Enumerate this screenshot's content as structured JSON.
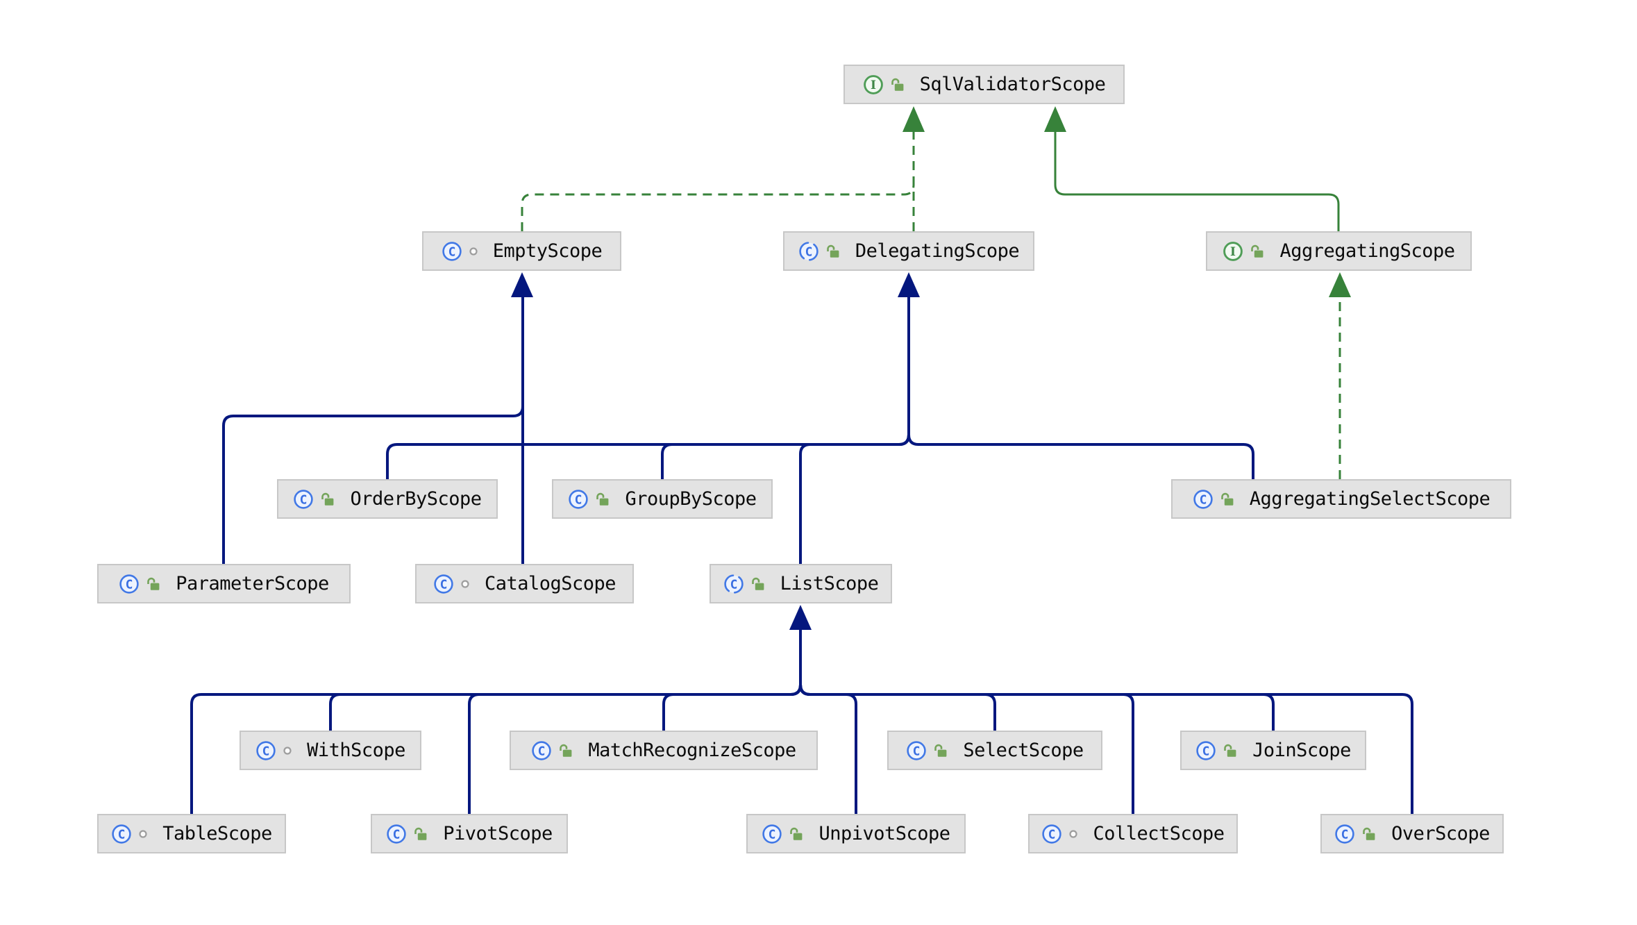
{
  "diagram_type": "uml-class-hierarchy",
  "nodes": [
    {
      "id": "sql-validator-scope",
      "label": "SqlValidatorScope",
      "kind": "interface",
      "visibility": "public"
    },
    {
      "id": "empty-scope",
      "label": "EmptyScope",
      "kind": "class",
      "visibility": "package-private"
    },
    {
      "id": "delegating-scope",
      "label": "DelegatingScope",
      "kind": "abstract-class",
      "visibility": "public"
    },
    {
      "id": "aggregating-scope",
      "label": "AggregatingScope",
      "kind": "interface",
      "visibility": "public"
    },
    {
      "id": "order-by-scope",
      "label": "OrderByScope",
      "kind": "class",
      "visibility": "public"
    },
    {
      "id": "group-by-scope",
      "label": "GroupByScope",
      "kind": "class",
      "visibility": "public"
    },
    {
      "id": "aggregating-select-scope",
      "label": "AggregatingSelectScope",
      "kind": "class",
      "visibility": "public"
    },
    {
      "id": "parameter-scope",
      "label": "ParameterScope",
      "kind": "class",
      "visibility": "public"
    },
    {
      "id": "catalog-scope",
      "label": "CatalogScope",
      "kind": "class",
      "visibility": "package-private"
    },
    {
      "id": "list-scope",
      "label": "ListScope",
      "kind": "abstract-class",
      "visibility": "public"
    },
    {
      "id": "with-scope",
      "label": "WithScope",
      "kind": "class",
      "visibility": "package-private"
    },
    {
      "id": "match-recognize-scope",
      "label": "MatchRecognizeScope",
      "kind": "class",
      "visibility": "public"
    },
    {
      "id": "select-scope",
      "label": "SelectScope",
      "kind": "class",
      "visibility": "public"
    },
    {
      "id": "join-scope",
      "label": "JoinScope",
      "kind": "class",
      "visibility": "public"
    },
    {
      "id": "table-scope",
      "label": "TableScope",
      "kind": "class",
      "visibility": "package-private"
    },
    {
      "id": "pivot-scope",
      "label": "PivotScope",
      "kind": "class",
      "visibility": "public"
    },
    {
      "id": "unpivot-scope",
      "label": "UnpivotScope",
      "kind": "class",
      "visibility": "public"
    },
    {
      "id": "collect-scope",
      "label": "CollectScope",
      "kind": "class",
      "visibility": "package-private"
    },
    {
      "id": "over-scope",
      "label": "OverScope",
      "kind": "class",
      "visibility": "public"
    }
  ],
  "edges": [
    {
      "from": "EmptyScope",
      "to": "SqlValidatorScope",
      "type": "implements"
    },
    {
      "from": "DelegatingScope",
      "to": "SqlValidatorScope",
      "type": "implements"
    },
    {
      "from": "AggregatingScope",
      "to": "SqlValidatorScope",
      "type": "extends"
    },
    {
      "from": "ParameterScope",
      "to": "EmptyScope",
      "type": "extends"
    },
    {
      "from": "CatalogScope",
      "to": "EmptyScope",
      "type": "extends"
    },
    {
      "from": "OrderByScope",
      "to": "DelegatingScope",
      "type": "extends"
    },
    {
      "from": "GroupByScope",
      "to": "DelegatingScope",
      "type": "extends"
    },
    {
      "from": "ListScope",
      "to": "DelegatingScope",
      "type": "extends"
    },
    {
      "from": "AggregatingSelectScope",
      "to": "DelegatingScope",
      "type": "extends"
    },
    {
      "from": "AggregatingSelectScope",
      "to": "AggregatingScope",
      "type": "implements"
    },
    {
      "from": "WithScope",
      "to": "ListScope",
      "type": "extends"
    },
    {
      "from": "MatchRecognizeScope",
      "to": "ListScope",
      "type": "extends"
    },
    {
      "from": "SelectScope",
      "to": "ListScope",
      "type": "extends"
    },
    {
      "from": "JoinScope",
      "to": "ListScope",
      "type": "extends"
    },
    {
      "from": "TableScope",
      "to": "ListScope",
      "type": "extends"
    },
    {
      "from": "PivotScope",
      "to": "ListScope",
      "type": "extends"
    },
    {
      "from": "UnpivotScope",
      "to": "ListScope",
      "type": "extends"
    },
    {
      "from": "CollectScope",
      "to": "ListScope",
      "type": "extends"
    },
    {
      "from": "OverScope",
      "to": "ListScope",
      "type": "extends"
    }
  ],
  "colors": {
    "extends_edge": "#04177e",
    "interface_edge": "#37823a",
    "node_background": "#e3e3e3",
    "node_border": "#c7c7c7",
    "class_icon_blue": "#3f74e6",
    "interface_icon_green": "#4f9d57",
    "public_lock_green": "#74a45a",
    "package_private_gray": "#9d9d9d"
  }
}
